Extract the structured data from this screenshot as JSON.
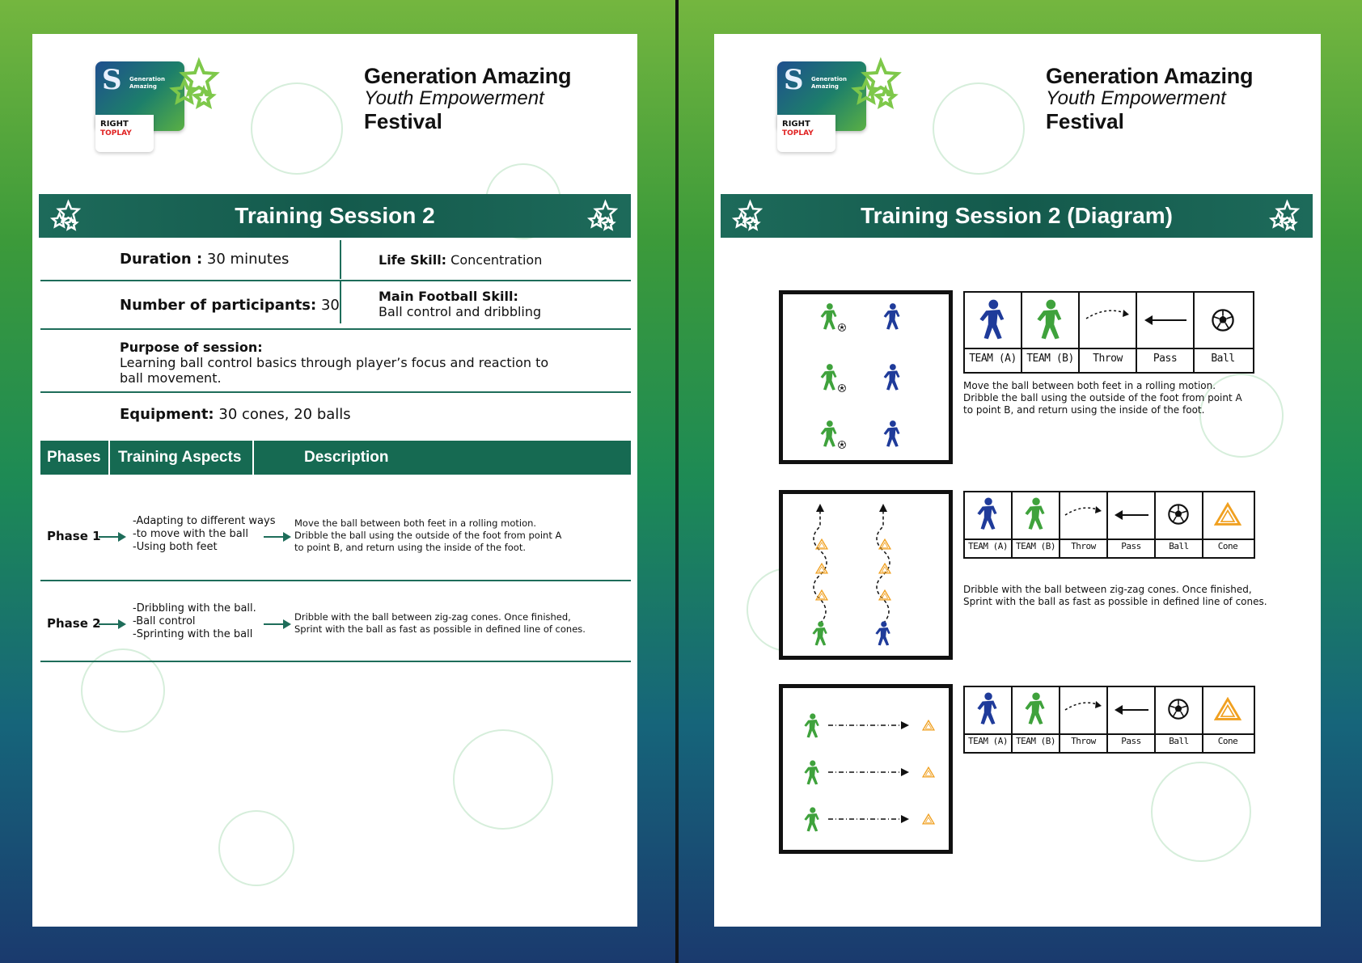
{
  "brand": {
    "line1": "Generation Amazing",
    "line2": "Youth Empowerment",
    "line3": "Festival",
    "logo_text": "Generation Amazing",
    "partner": "RIGHT",
    "partner_to": "TO",
    "partner_play": "PLAY"
  },
  "page1": {
    "title": "Training Session 2",
    "duration_label": "Duration :",
    "duration_value": " 30 minutes",
    "life_skill_label": "Life Skill:",
    "life_skill_value": " Concentration",
    "participants_label": "Number of participants:",
    "participants_value": " 30",
    "main_skill_label": "Main Football Skill:",
    "main_skill_value": "Ball control and dribbling",
    "purpose_label": "Purpose of session:",
    "purpose_line1": "Learning ball control basics through player’s focus and reaction to",
    "purpose_line2": "ball movement.",
    "equipment_label": "Equipment:",
    "equipment_value": " 30 cones, 20 balls",
    "columns": [
      "Phases",
      "Training Aspects",
      "Description"
    ],
    "phases": [
      {
        "label": "Phase 1",
        "aspects": [
          "-Adapting to different ways",
          "-to move with the ball",
          "-Using both feet"
        ],
        "description": [
          "Move the ball between both feet in a rolling motion.",
          "Dribble the ball using the outside of the foot from point A",
          "to point B, and return using the inside of the foot."
        ]
      },
      {
        "label": "Phase 2",
        "aspects": [
          "-Dribbling with the ball.",
          "-Ball control",
          "-Sprinting with the ball"
        ],
        "description": [
          "Dribble with the ball between zig-zag cones. Once finished,",
          "Sprint with the ball as fast as possible in defined line of cones."
        ]
      }
    ]
  },
  "page2": {
    "title": "Training Session 2 (Diagram)",
    "legend1": [
      "TEAM (A)",
      "TEAM (B)",
      "Throw",
      "Pass",
      "Ball"
    ],
    "legend2": [
      "TEAM (A)",
      "TEAM (B)",
      "Throw",
      "Pass",
      "Ball",
      "Cone"
    ],
    "legend3": [
      "TEAM (A)",
      "TEAM (B)",
      "Throw",
      "Pass",
      "Ball",
      "Cone"
    ],
    "desc1": [
      "Move the ball between both feet in a rolling motion.",
      "Dribble the ball using the outside of the foot from point A",
      "to point B, and return using the inside of the foot."
    ],
    "desc2": [
      "Dribble with the ball between zig-zag cones. Once finished,",
      "Sprint with the ball as fast as possible in defined line of cones."
    ]
  },
  "colors": {
    "team_a": "#1f3b9a",
    "team_b": "#3fa23c",
    "cone": "#f0a020",
    "band": "#145a4c"
  }
}
